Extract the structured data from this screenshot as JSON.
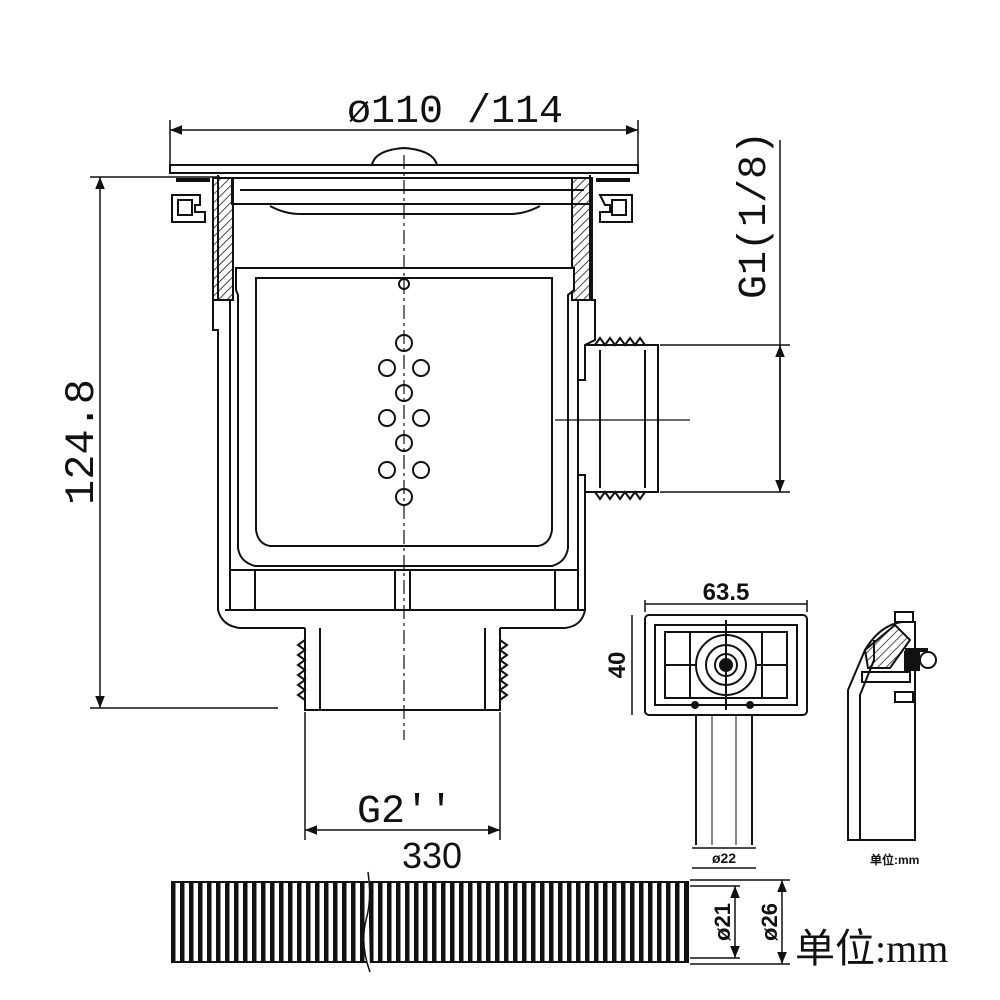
{
  "dimensions": {
    "top_diameter": "ø110 /114",
    "height": "124.8",
    "side_thread": "G1(1/8)",
    "bottom_thread": "G2''",
    "hose_length": "330",
    "trap_width": "63.5",
    "trap_height": "40",
    "trap_pipe": "ø22",
    "hose_inner": "ø21",
    "hose_outer": "ø26"
  },
  "units": {
    "small": "单位:mm",
    "main": "单位:mm"
  }
}
